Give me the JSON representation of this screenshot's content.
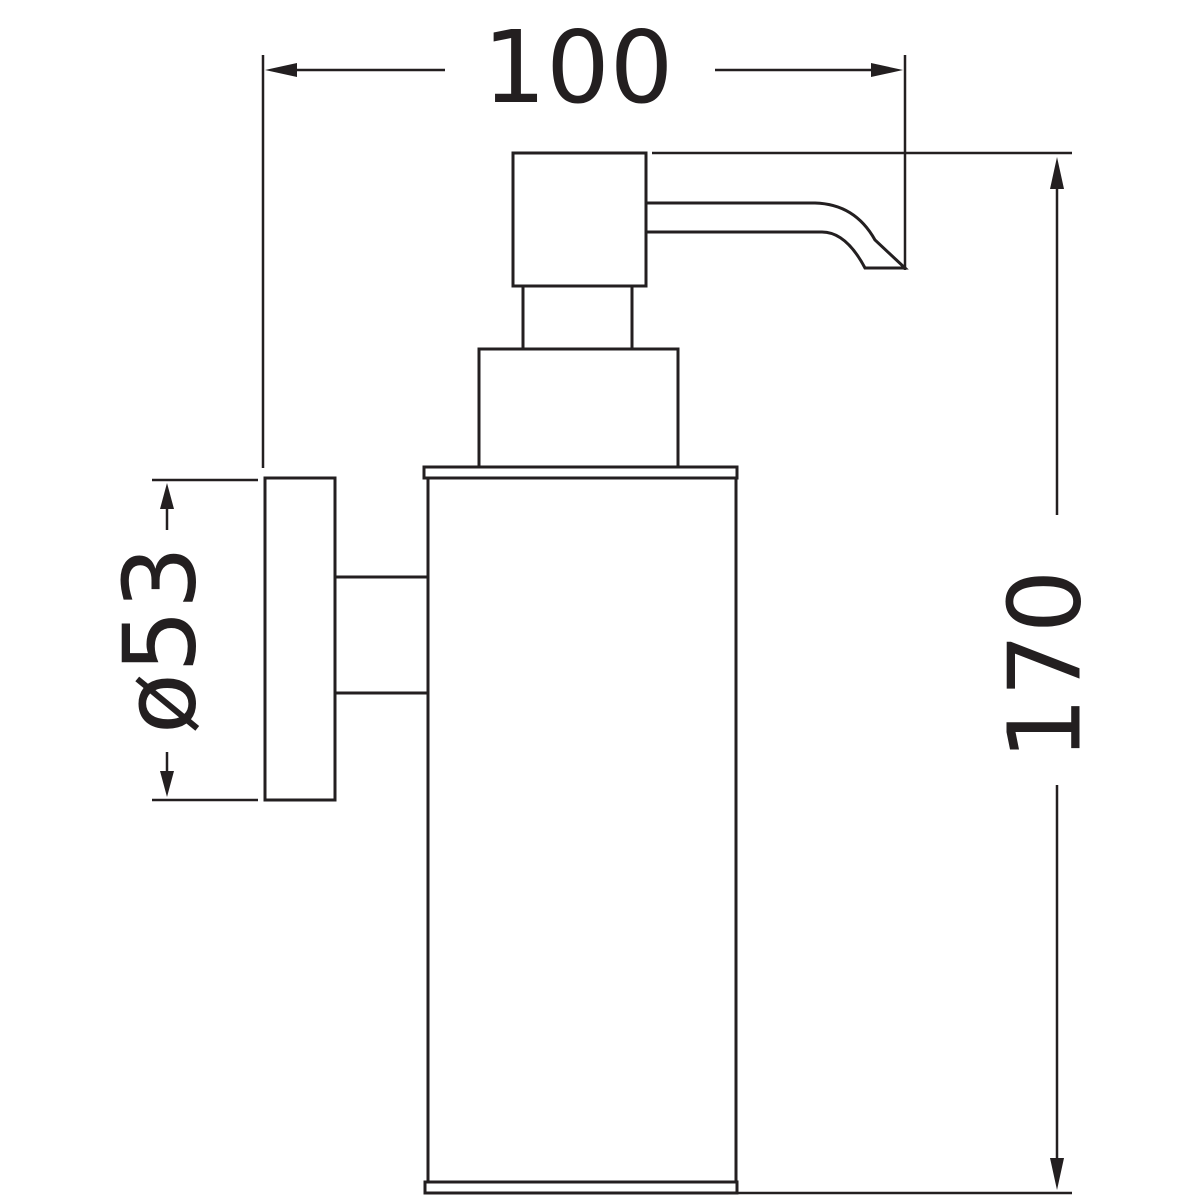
{
  "dimensions": {
    "width": {
      "label": "100"
    },
    "height": {
      "label": "170"
    },
    "backplate_diameter": {
      "label": "ø53"
    }
  },
  "colors": {
    "line": "#231f20",
    "background": "#ffffff"
  }
}
